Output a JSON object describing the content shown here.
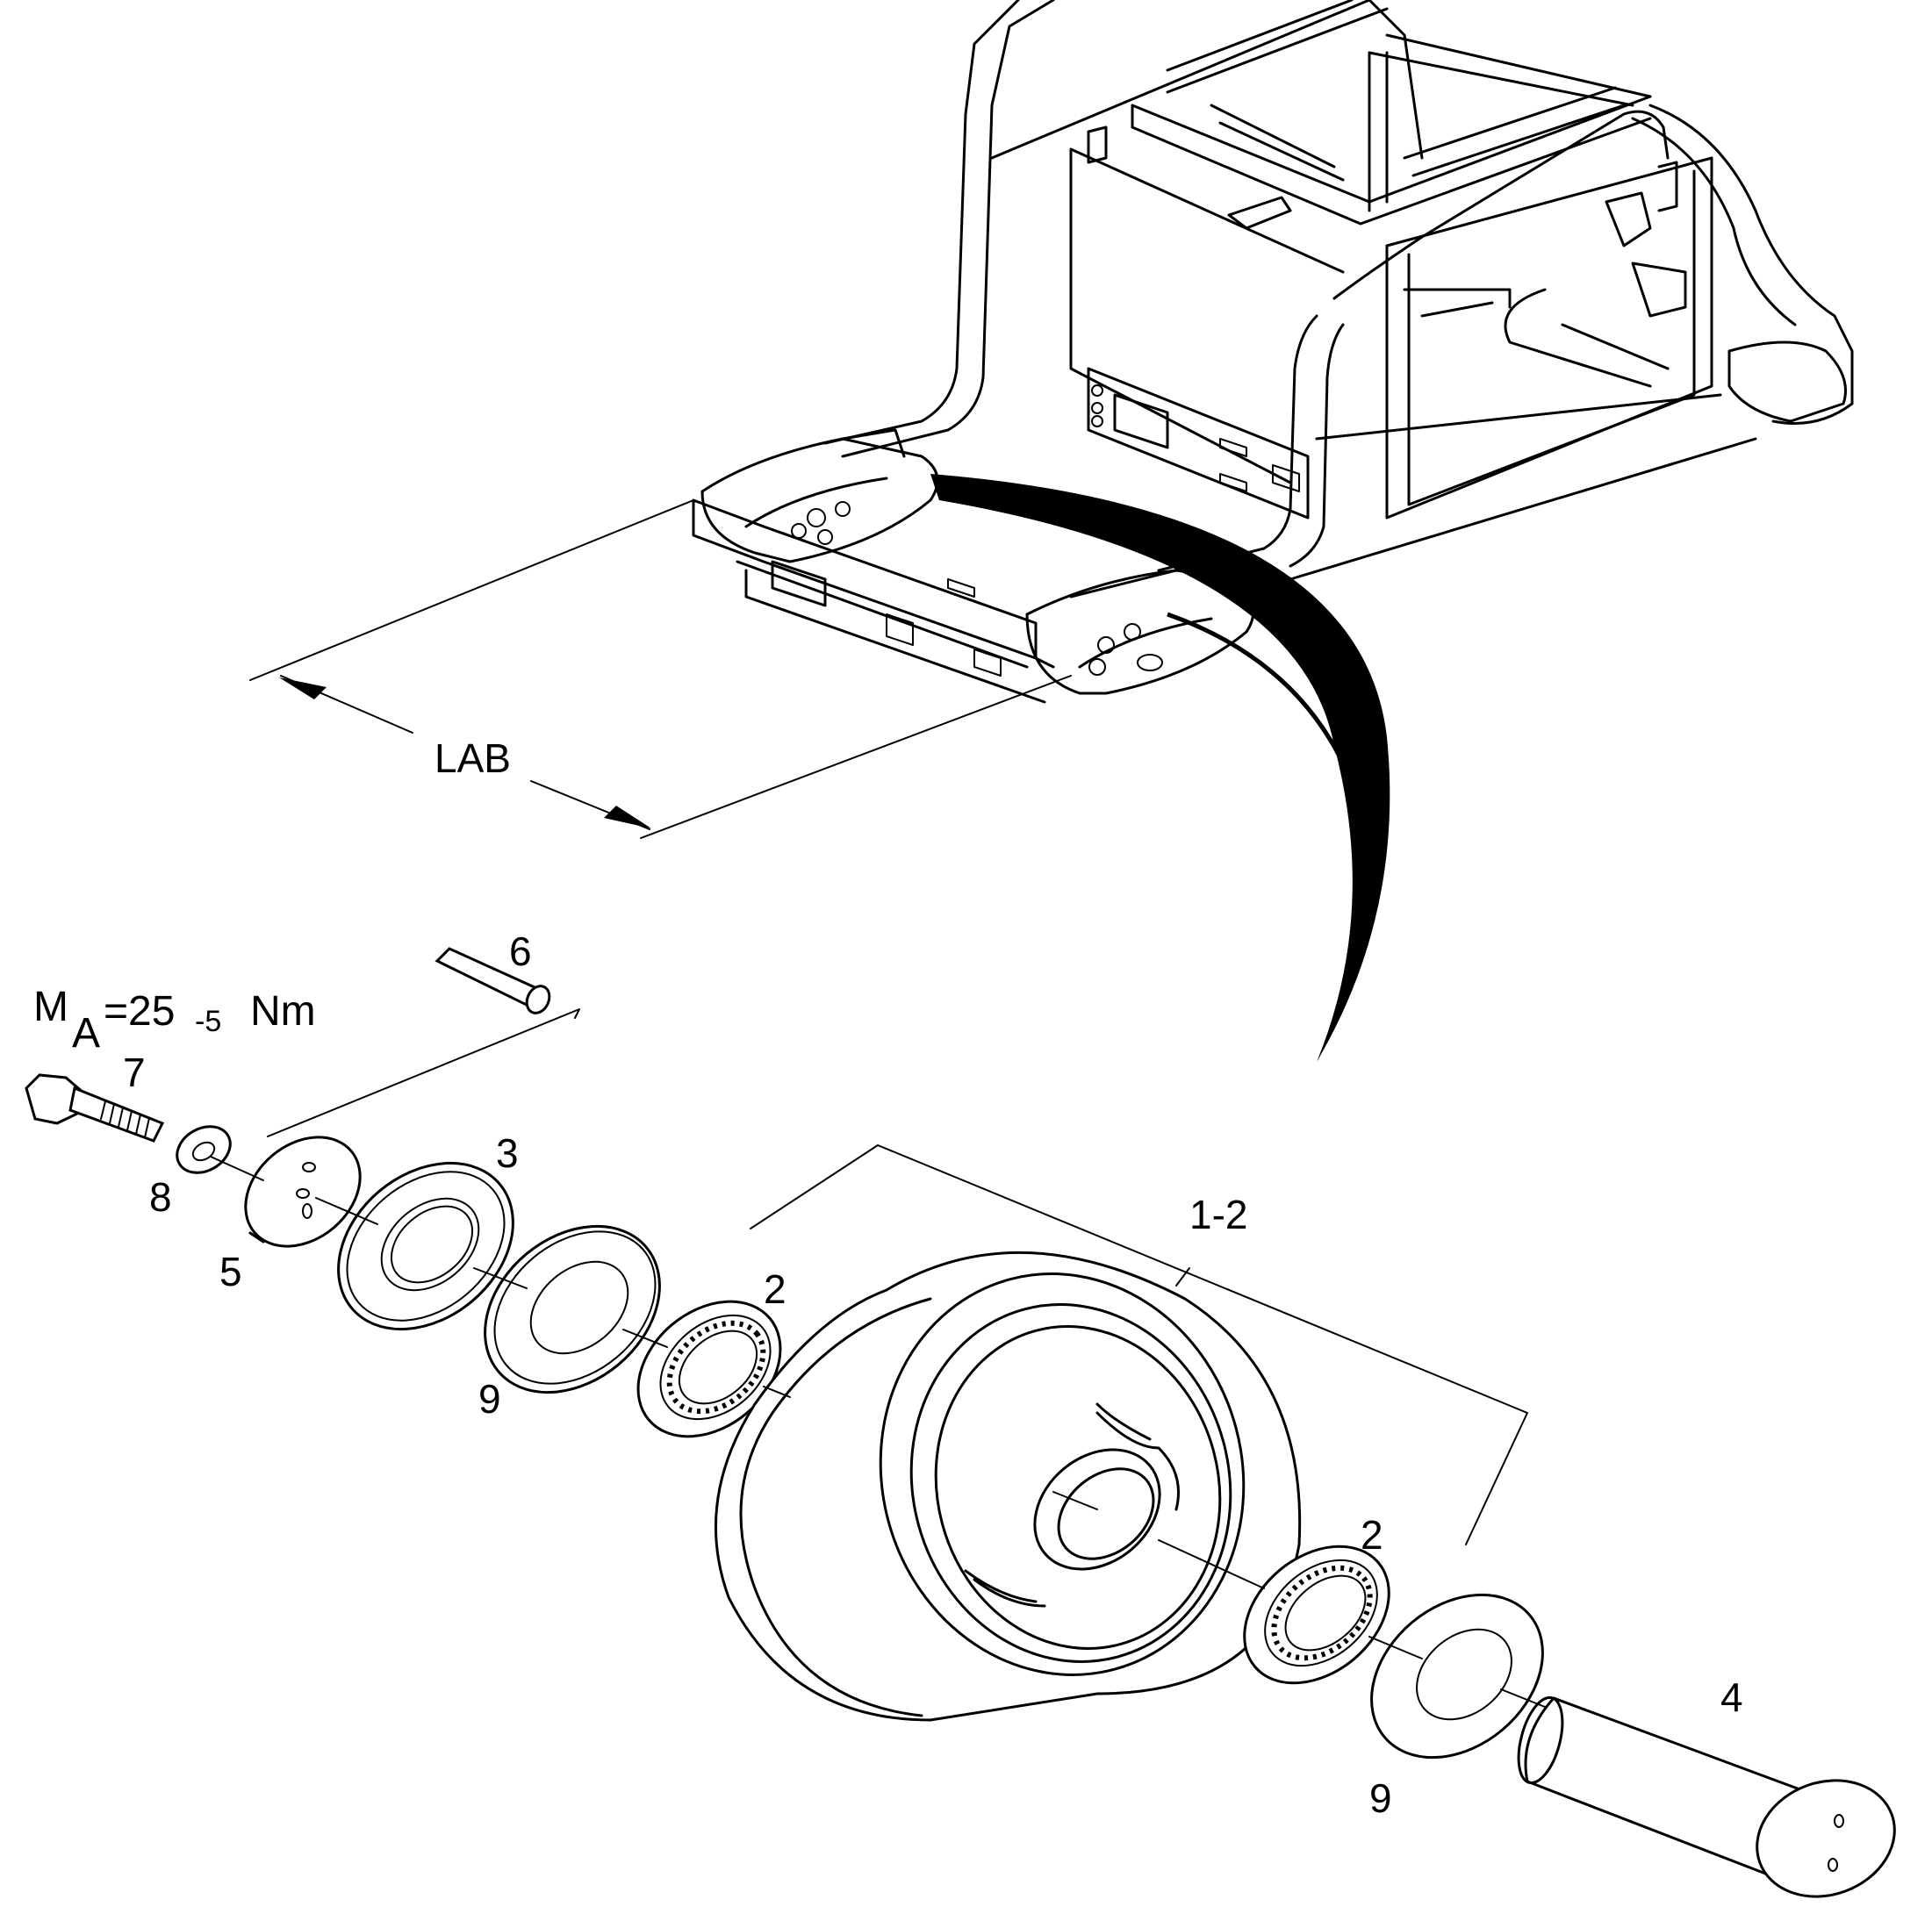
{
  "labels": {
    "lab": "LAB",
    "torque_m": "M",
    "torque_sub": "A",
    "torque_eq": "=25",
    "torque_tol": "-5",
    "torque_unit": "Nm",
    "part_1_2": "1-2",
    "part_2_top": "2",
    "part_2_bottom": "2",
    "part_3": "3",
    "part_4": "4",
    "part_5": "5",
    "part_6": "6",
    "part_7": "7",
    "part_8": "8",
    "part_9_top": "9",
    "part_9_bottom": "9"
  }
}
